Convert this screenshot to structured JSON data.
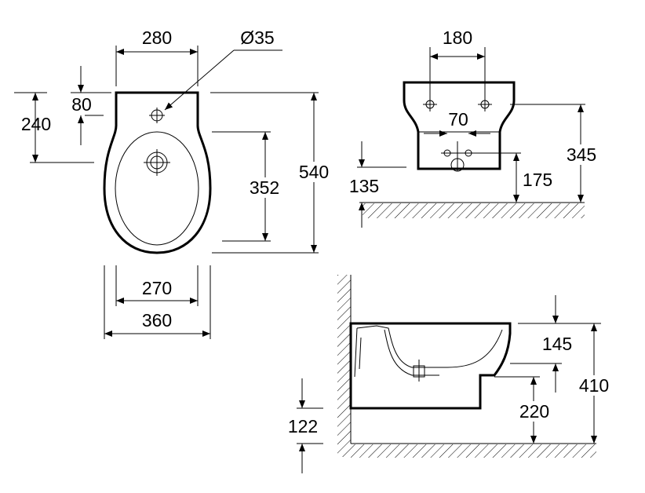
{
  "title": "Bidet technical drawing",
  "views": {
    "top": {
      "dimensions": {
        "width_top": "280",
        "hole_diameter": "Ø35",
        "hole_offset": "80",
        "drain_offset": "240",
        "bowl_length": "352",
        "total_length": "540",
        "bottom_inner_width": "270",
        "total_width": "360"
      }
    },
    "front": {
      "dimensions": {
        "fixing_spacing": "180",
        "waste_spacing": "70",
        "fixing_height": "345",
        "waste_height": "175",
        "bottom_height": "135"
      }
    },
    "side": {
      "dimensions": {
        "rim_to_fixing": "145",
        "total_height": "410",
        "fixing_to_floor": "220",
        "base_height": "122"
      }
    }
  },
  "colors": {
    "line": "#000000",
    "background": "#ffffff"
  }
}
